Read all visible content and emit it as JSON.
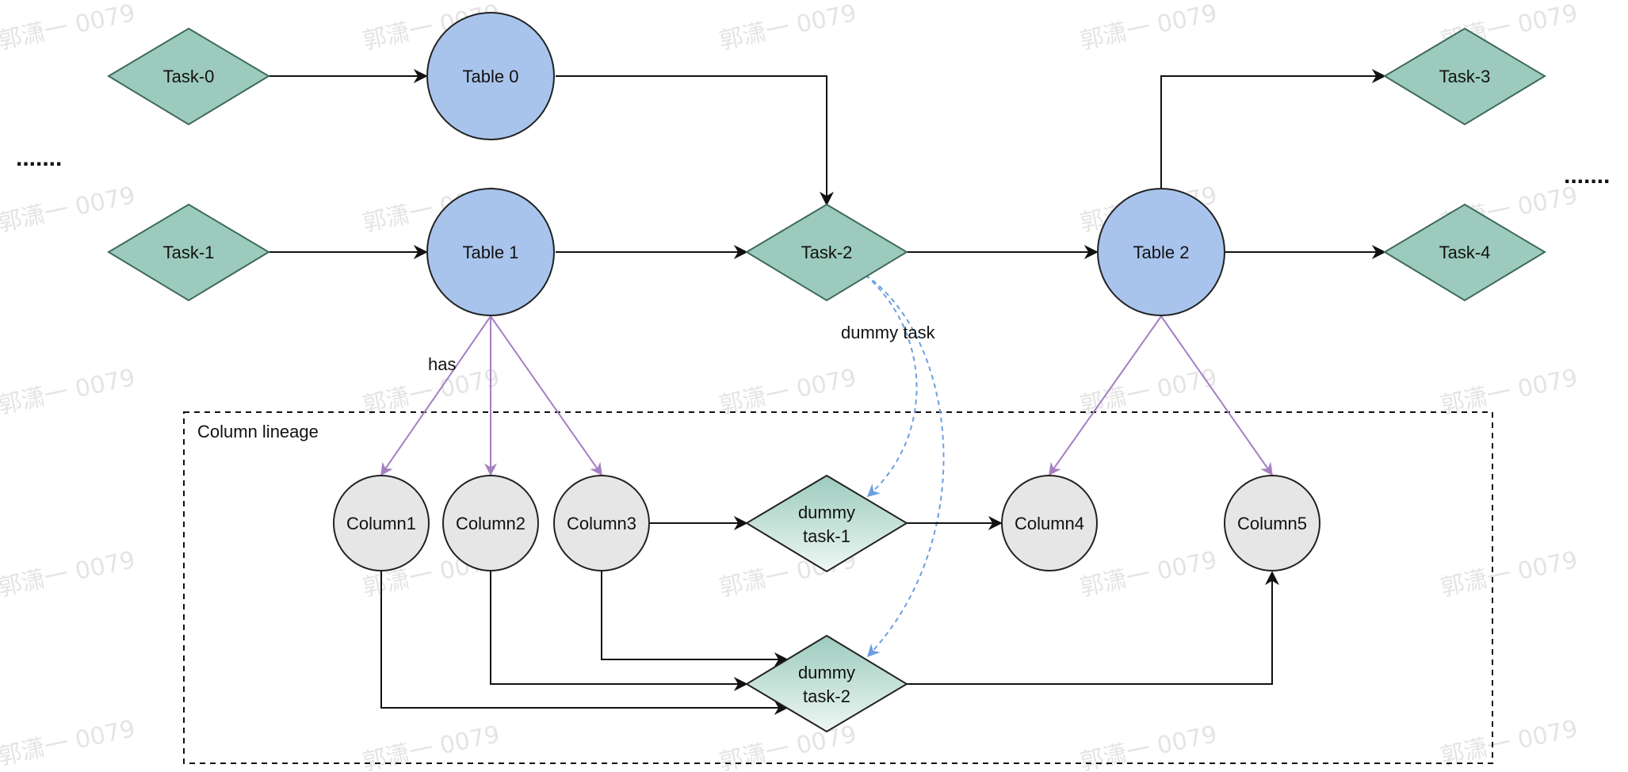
{
  "colors": {
    "task_fill": "#9ccbbd",
    "task_stroke": "#3f6a5c",
    "table_fill": "#a9c4ec",
    "table_stroke": "#222222",
    "column_fill": "#e6e6e6",
    "dummy_gradient_top": "#9ccbbd",
    "dummy_gradient_bottom": "#eef7f4",
    "edge_black": "#111111",
    "edge_has": "#a67fc1",
    "edge_dummy": "#6d9fe0"
  },
  "tasks": {
    "task0": "Task-0",
    "task1": "Task-1",
    "task2": "Task-2",
    "task3": "Task-3",
    "task4": "Task-4"
  },
  "tables": {
    "table0": "Table 0",
    "table1": "Table 1",
    "table2": "Table 2"
  },
  "columns": {
    "col1": "Column1",
    "col2": "Column2",
    "col3": "Column3",
    "col4": "Column4",
    "col5": "Column5"
  },
  "dummy_tasks": {
    "dt1_line1": "dummy",
    "dt1_line2": "task-1",
    "dt2_line1": "dummy",
    "dt2_line2": "task-2"
  },
  "labels": {
    "has": "has",
    "dummy_task": "dummy task",
    "column_lineage": "Column lineage",
    "ellipsis_left": ".......",
    "ellipsis_right": "......."
  },
  "watermark": "郭潇一 0079"
}
